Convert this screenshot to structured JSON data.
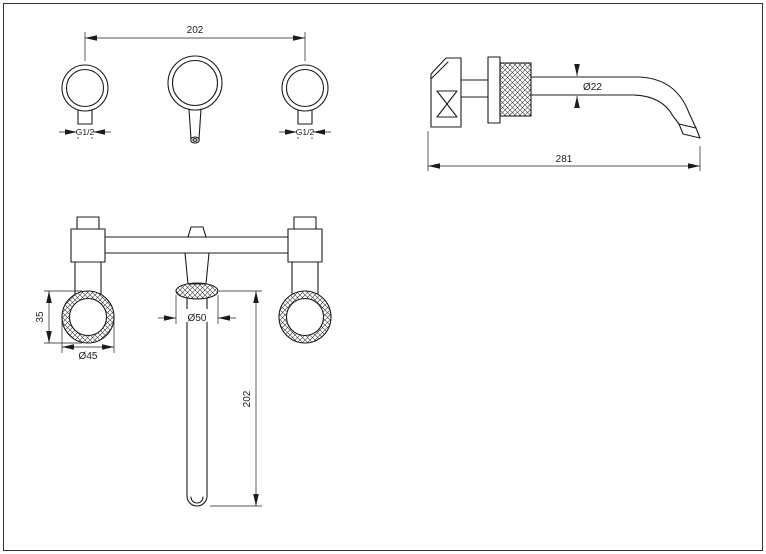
{
  "colors": {
    "background": "#ffffff",
    "line": "#1c1c1c"
  },
  "views": {
    "front": {
      "width_dim": "202",
      "left_thread_label": "G1/2",
      "right_thread_label": "G1/2"
    },
    "side": {
      "spout_diameter_dim": "Ø22",
      "length_dim": "281"
    },
    "plan": {
      "handle_height_dim": "35",
      "handle_diameter_dim": "Ø45",
      "flange_diameter_dim": "Ø50",
      "spout_length_dim": "202"
    }
  }
}
